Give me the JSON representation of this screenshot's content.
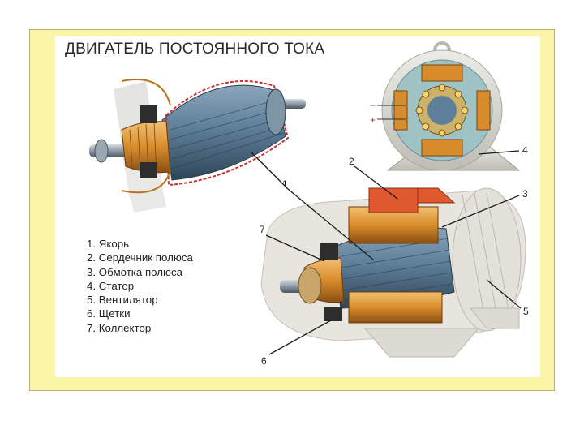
{
  "title": "ДВИГАТЕЛЬ ПОСТОЯННОГО ТОКА",
  "legend": [
    "1. Якорь",
    "2. Сердечник полюса",
    "3. Обмотка полюса",
    "4. Статор",
    "5. Вентилятор",
    "6. Щетки",
    "7. Коллектор"
  ],
  "callouts": {
    "c1": "1",
    "c2": "2",
    "c3": "3",
    "c4": "4",
    "c5": "5",
    "c6": "6",
    "c7": "7",
    "minus": "−",
    "plus": "+"
  },
  "colors": {
    "frame": "#fbf5a8",
    "armature": "#5e7f99",
    "copper": "#d98c2b",
    "pole_core": "#e0592e",
    "housing": "#cfcfc8",
    "section_bg": "#9fc2c4"
  }
}
